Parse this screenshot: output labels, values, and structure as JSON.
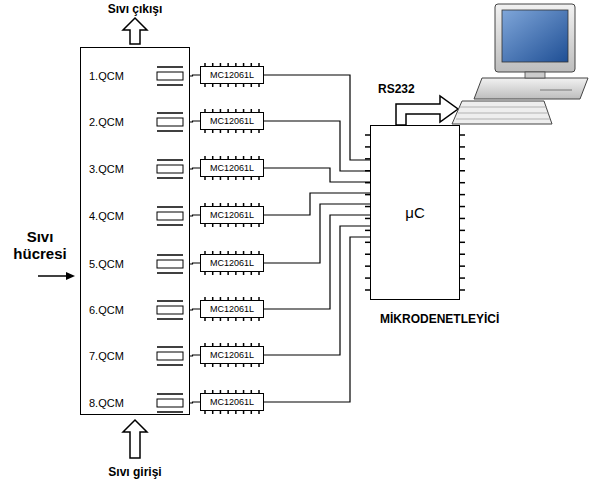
{
  "diagram": {
    "nodes": [
      {
        "text": [
          "Sıvı hücresi"
        ]
      },
      {
        "text": [
          "1.QCM"
        ],
        "in": 0
      },
      {
        "text": [
          "2.QCM"
        ],
        "in": 0
      },
      {
        "text": [
          "3.QCM"
        ],
        "in": 0
      },
      {
        "text": [
          "4.QCM"
        ],
        "in": 0
      },
      {
        "text": [
          "5.QCM"
        ],
        "in": 0
      },
      {
        "text": [
          "6.QCM"
        ],
        "in": 0
      },
      {
        "text": [
          "7.QCM"
        ],
        "in": 0
      },
      {
        "text": [
          "8.QCM"
        ],
        "in": 0
      },
      {
        "text": [
          "MC12061L"
        ]
      },
      {
        "text": [
          "MC12061L"
        ]
      },
      {
        "text": [
          "MC12061L"
        ]
      },
      {
        "text": [
          "MC12061L"
        ]
      },
      {
        "text": [
          "MC12061L"
        ]
      },
      {
        "text": [
          "MC12061L"
        ]
      },
      {
        "text": [
          "MC12061L"
        ]
      },
      {
        "text": [
          "MC12061L"
        ]
      },
      {
        "text": [
          "μC"
        ]
      }
    ],
    "edges": [
      {
        "from": 1,
        "to": 9,
        "arrow": "none"
      },
      {
        "from": 2,
        "to": 10,
        "arrow": "none"
      },
      {
        "from": 3,
        "to": 11,
        "arrow": "none"
      },
      {
        "from": 4,
        "to": 12,
        "arrow": "none"
      },
      {
        "from": 5,
        "to": 13,
        "arrow": "none"
      },
      {
        "from": 6,
        "to": 14,
        "arrow": "none"
      },
      {
        "from": 7,
        "to": 15,
        "arrow": "none"
      },
      {
        "from": 8,
        "to": 16,
        "arrow": "none"
      },
      {
        "from": 9,
        "to": 17,
        "arrow": "none"
      },
      {
        "from": 10,
        "to": 17,
        "arrow": "none"
      },
      {
        "from": 11,
        "to": 17,
        "arrow": "none"
      },
      {
        "from": 12,
        "to": 17,
        "arrow": "none"
      },
      {
        "from": 13,
        "to": 17,
        "arrow": "none"
      },
      {
        "from": 14,
        "to": 17,
        "arrow": "none"
      },
      {
        "from": 15,
        "to": 17,
        "arrow": "none"
      },
      {
        "from": 16,
        "to": 17,
        "arrow": "none"
      }
    ],
    "labels": [
      "Sıvı çıkışı",
      "RS232",
      "MİKRODENETLEYİCİ",
      "Sıvı girişi"
    ]
  }
}
